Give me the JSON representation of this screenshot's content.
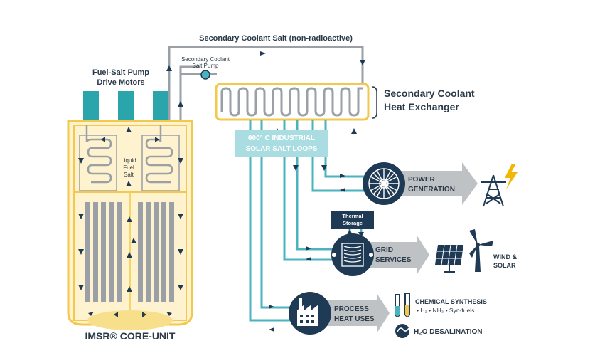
{
  "labels": {
    "secondary_salt": "Secondary Coolant Salt (non-radioactive)",
    "pump": [
      "Secondary Coolant",
      "Salt Pump"
    ],
    "motors": [
      "Fuel-Salt Pump",
      "Drive Motors"
    ],
    "heat_exchanger": [
      "Secondary Coolant",
      "Heat Exchanger"
    ],
    "solar_loops": [
      "600° C INDUSTRIAL",
      "SOLAR SALT LOOPS"
    ],
    "liquid_fuel": [
      "Liquid",
      "Fuel",
      "Salt"
    ],
    "core_unit": "IMSR® CORE-UNIT",
    "power_generation": [
      "POWER",
      "GENERATION"
    ],
    "thermal_storage": [
      "Thermal",
      "Storage"
    ],
    "grid_services": [
      "GRID",
      "SERVICES"
    ],
    "wind_solar": [
      "WIND &",
      "SOLAR"
    ],
    "process_heat": [
      "PROCESS",
      "HEAT USES"
    ],
    "chemical_synthesis": "CHEMICAL SYNTHESIS",
    "chem_items": "• H₂  • NH₃  • Syn-fuels",
    "desalination": "H₂O DESALINATION"
  },
  "colors": {
    "gray_pipe": "#9aa0a6",
    "teal_pipe": "#4bb3bd",
    "navy": "#1f3a54",
    "yellow": "#f2c94c",
    "light_yellow": "#fff3cf",
    "teal_block": "#2aa5ac",
    "light_teal_box": "#a9dde1",
    "arrow_gray": "#bfc2c5",
    "lightning": "#f2b705"
  }
}
